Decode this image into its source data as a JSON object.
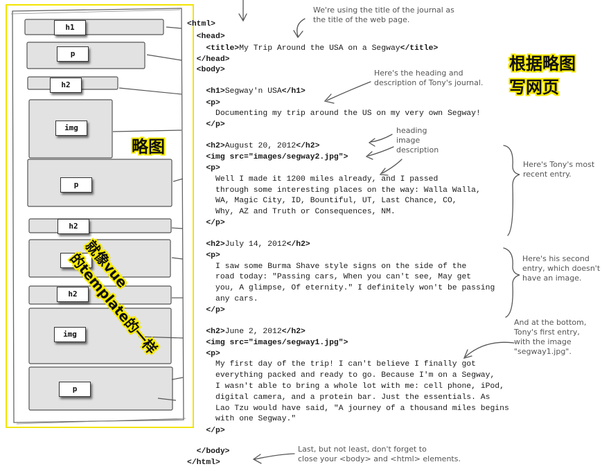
{
  "sketch": {
    "tags": [
      "h1",
      "p",
      "h2",
      "img",
      "p",
      "h2",
      "p",
      "h2",
      "img",
      "p"
    ]
  },
  "code": {
    "lines": [
      {
        "pre": "",
        "t1": "<html>",
        "mid": "",
        "t2": "",
        "post": ""
      },
      {
        "pre": "  ",
        "t1": "<head>",
        "mid": "",
        "t2": "",
        "post": ""
      },
      {
        "pre": "    ",
        "t1": "<title>",
        "mid": "My Trip Around the USA on a Segway",
        "t2": "</title>",
        "post": ""
      },
      {
        "pre": "  ",
        "t1": "</head>",
        "mid": "",
        "t2": "",
        "post": ""
      },
      {
        "pre": "  ",
        "t1": "<body>",
        "mid": "",
        "t2": "",
        "post": ""
      },
      {
        "pre": "    ",
        "t1": "<h1>",
        "mid": "Segway'n USA",
        "t2": "</h1>",
        "post": ""
      },
      {
        "pre": "    ",
        "t1": "<p>",
        "mid": "",
        "t2": "",
        "post": ""
      },
      {
        "pre": "      ",
        "t1": "",
        "mid": "Documenting my trip around the US on my very own Segway!",
        "t2": "",
        "post": ""
      },
      {
        "pre": "    ",
        "t1": "</p>",
        "mid": "",
        "t2": "",
        "post": ""
      },
      {
        "pre": "    ",
        "t1": "<h2>",
        "mid": "August 20, 2012",
        "t2": "</h2>",
        "post": ""
      },
      {
        "pre": "    ",
        "t1": "<img src=\"images/segway2.jpg\">",
        "mid": "",
        "t2": "",
        "post": ""
      },
      {
        "pre": "    ",
        "t1": "<p>",
        "mid": "",
        "t2": "",
        "post": ""
      },
      {
        "pre": "      ",
        "t1": "",
        "mid": "Well I made it 1200 miles already, and I passed",
        "t2": "",
        "post": ""
      },
      {
        "pre": "      ",
        "t1": "",
        "mid": "through some interesting places on the way: Walla Walla,",
        "t2": "",
        "post": ""
      },
      {
        "pre": "      ",
        "t1": "",
        "mid": "WA, Magic City, ID, Bountiful, UT, Last Chance, CO,",
        "t2": "",
        "post": ""
      },
      {
        "pre": "      ",
        "t1": "",
        "mid": "Why, AZ and Truth or Consequences, NM.",
        "t2": "",
        "post": ""
      },
      {
        "pre": "    ",
        "t1": "</p>",
        "mid": "",
        "t2": "",
        "post": ""
      },
      {
        "pre": "    ",
        "t1": "<h2>",
        "mid": "July 14, 2012",
        "t2": "</h2>",
        "post": ""
      },
      {
        "pre": "    ",
        "t1": "<p>",
        "mid": "",
        "t2": "",
        "post": ""
      },
      {
        "pre": "      ",
        "t1": "",
        "mid": "I saw some Burma Shave style signs on the side of the",
        "t2": "",
        "post": ""
      },
      {
        "pre": "      ",
        "t1": "",
        "mid": "road today: \"Passing cars, When you can't see, May get",
        "t2": "",
        "post": ""
      },
      {
        "pre": "      ",
        "t1": "",
        "mid": "you, A glimpse, Of eternity.\" I definitely won't be passing",
        "t2": "",
        "post": ""
      },
      {
        "pre": "      ",
        "t1": "",
        "mid": "any cars.",
        "t2": "",
        "post": ""
      },
      {
        "pre": "    ",
        "t1": "</p>",
        "mid": "",
        "t2": "",
        "post": ""
      },
      {
        "pre": "    ",
        "t1": "<h2>",
        "mid": "June 2, 2012",
        "t2": "</h2>",
        "post": ""
      },
      {
        "pre": "    ",
        "t1": "<img src=\"images/segway1.jpg\">",
        "mid": "",
        "t2": "",
        "post": ""
      },
      {
        "pre": "    ",
        "t1": "<p>",
        "mid": "",
        "t2": "",
        "post": ""
      },
      {
        "pre": "      ",
        "t1": "",
        "mid": "My first day of the trip! I can't believe I finally got",
        "t2": "",
        "post": ""
      },
      {
        "pre": "      ",
        "t1": "",
        "mid": "everything packed and ready to go. Because I'm on a Segway,",
        "t2": "",
        "post": ""
      },
      {
        "pre": "      ",
        "t1": "",
        "mid": "I wasn't able to bring a whole lot with me: cell phone, iPod,",
        "t2": "",
        "post": ""
      },
      {
        "pre": "      ",
        "t1": "",
        "mid": "digital camera, and a protein bar. Just the essentials. As",
        "t2": "",
        "post": ""
      },
      {
        "pre": "      ",
        "t1": "",
        "mid": "Lao Tzu would have said, \"A journey of a thousand miles begins",
        "t2": "",
        "post": ""
      },
      {
        "pre": "      ",
        "t1": "",
        "mid": "with one Segway.\"",
        "t2": "",
        "post": ""
      },
      {
        "pre": "    ",
        "t1": "</p>",
        "mid": "",
        "t2": "",
        "post": ""
      },
      {
        "pre": "  ",
        "t1": "</body>",
        "mid": "",
        "t2": "",
        "post": ""
      },
      {
        "pre": "",
        "t1": "</html>",
        "mid": "",
        "t2": "",
        "post": ""
      }
    ]
  },
  "annotations": {
    "title_note": "We're using the title of the journal as\nthe title of the web page.",
    "heading_note": "Here's the heading and\ndescription of Tony's journal.",
    "element_labels": "heading\nimage\ndescription",
    "recent_note": "Here's Tony's most\nrecent entry.",
    "second_note": "Here's his second\nentry, which doesn't\nhave an image.",
    "first_note": "And at the bottom,\nTony's first entry,\nwith the image\n\"segway1.jpg\".",
    "closing_note": "Last, but not least, don't forget to\nclose your <body> and <html> elements."
  },
  "callouts": {
    "write_page": "根据略图\n写网页",
    "sketch": "略图",
    "like_vue": "就像vue\n的template的一样"
  },
  "colors": {
    "highlight": "#f7ea00",
    "sketch_border": "#f3e400",
    "box_fill": "#e2e2e2"
  }
}
